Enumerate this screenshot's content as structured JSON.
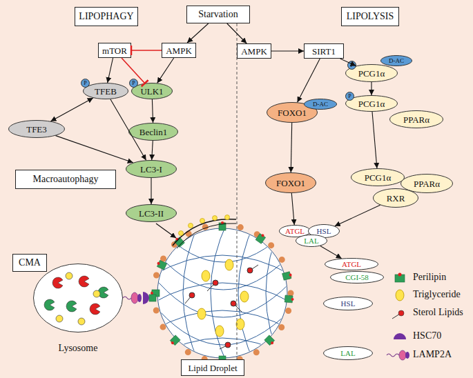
{
  "diagram": {
    "nodes": [
      {
        "text": [
          "LIPOPHAGY"
        ]
      },
      {
        "text": [
          "Starvation"
        ]
      },
      {
        "text": [
          "LIPOLYSIS"
        ]
      },
      {
        "text": [
          "mTOR"
        ]
      },
      {
        "text": [
          "AMPK"
        ]
      },
      {
        "text": [
          "AMPK"
        ]
      },
      {
        "text": [
          "SIRT1"
        ]
      },
      {
        "text": [
          "D-AC"
        ]
      },
      {
        "text": [
          "P"
        ]
      },
      {
        "text": [
          "PCG1α"
        ]
      },
      {
        "text": [
          "P"
        ]
      },
      {
        "text": [
          "TFEB"
        ]
      },
      {
        "text": [
          "P"
        ]
      },
      {
        "text": [
          "ULK1"
        ]
      },
      {
        "text": [
          "FOXO1"
        ]
      },
      {
        "text": [
          "D-AC"
        ]
      },
      {
        "text": [
          "P"
        ]
      },
      {
        "text": [
          "PCG1α"
        ]
      },
      {
        "text": [
          "PPARα"
        ]
      },
      {
        "text": [
          "TFE3"
        ]
      },
      {
        "text": [
          "Beclin1"
        ]
      },
      {
        "text": [
          "LC3-I"
        ]
      },
      {
        "text": [
          "Macroautophagy"
        ]
      },
      {
        "text": [
          "FOXO1"
        ]
      },
      {
        "text": [
          "PCG1α"
        ]
      },
      {
        "text": [
          "PPARα"
        ]
      },
      {
        "text": [
          "RXR"
        ]
      },
      {
        "text": [
          "LC3-II"
        ]
      },
      {
        "text": [
          "ATGL"
        ]
      },
      {
        "text": [
          "HSL"
        ]
      },
      {
        "text": [
          "LAL"
        ]
      },
      {
        "text": [
          "CMA"
        ]
      },
      {
        "text": [
          "ATGL"
        ]
      },
      {
        "text": [
          "CGI-58"
        ]
      },
      {
        "text": [
          "HSL"
        ]
      },
      {
        "text": [
          "LAL"
        ]
      },
      {
        "text": [
          "Lysosome"
        ]
      },
      {
        "text": [
          "Lipid Droplet"
        ]
      }
    ],
    "edges": [
      {
        "from": 1,
        "to": 4,
        "arrow": "to"
      },
      {
        "from": 1,
        "to": 5,
        "arrow": "to"
      },
      {
        "from": 4,
        "to": 3,
        "arrow": "to"
      },
      {
        "from": 3,
        "to": 13,
        "arrow": "to"
      },
      {
        "from": 4,
        "to": 13,
        "arrow": "to"
      },
      {
        "from": 3,
        "to": 11,
        "arrow": "to"
      },
      {
        "from": 11,
        "to": 19,
        "arrow": "both"
      },
      {
        "from": 11,
        "to": 21,
        "arrow": "to"
      },
      {
        "from": 19,
        "to": 21,
        "arrow": "to"
      },
      {
        "from": 13,
        "to": 20,
        "arrow": "to"
      },
      {
        "from": 20,
        "to": 21,
        "arrow": "to"
      },
      {
        "from": 21,
        "to": 27,
        "arrow": "to"
      },
      {
        "from": 5,
        "to": 6,
        "arrow": "to"
      },
      {
        "from": 6,
        "to": 9,
        "arrow": "to"
      },
      {
        "from": 6,
        "to": 14,
        "arrow": "to"
      },
      {
        "from": 14,
        "to": 23,
        "arrow": "to"
      },
      {
        "from": 9,
        "to": 17,
        "arrow": "to"
      },
      {
        "from": 17,
        "to": 24,
        "arrow": "to"
      },
      {
        "from": 23,
        "to": 28,
        "arrow": "to"
      },
      {
        "from": 26,
        "to": 29,
        "arrow": "to"
      },
      {
        "from": 30,
        "to": 32,
        "arrow": "to"
      }
    ],
    "legend": [
      {
        "text": "Perilipin"
      },
      {
        "text": "Triglyceride"
      },
      {
        "text": "Sterol Lipids"
      },
      {
        "text": "HSC70"
      },
      {
        "text": "LAMP2A"
      }
    ]
  }
}
